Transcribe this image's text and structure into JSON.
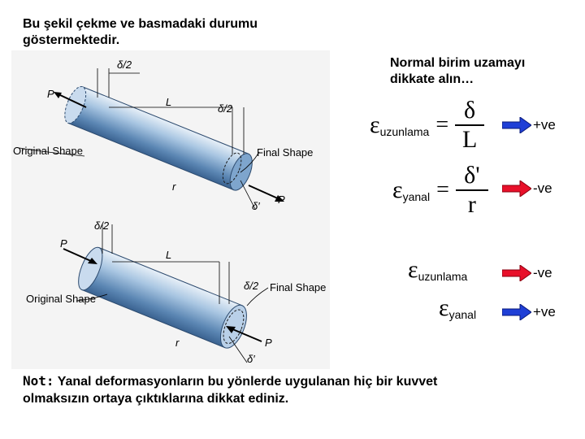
{
  "header": {
    "line1": "Bu şekil çekme ve basmadaki durumu",
    "line2": "göstermektedir."
  },
  "right_note": {
    "line1": "Normal birim uzamayı",
    "line2": "dikkate alın…"
  },
  "equations": {
    "eq1": {
      "epsilon": "ε",
      "subscript": "uzunlama",
      "equals": "=",
      "numerator": "δ",
      "denominator": "L"
    },
    "eq2": {
      "epsilon": "ε",
      "subscript": "yanal",
      "equals": "=",
      "numerator": "δ'",
      "denominator": "r"
    },
    "eq3": {
      "epsilon": "ε",
      "subscript": "uzunlama"
    },
    "eq4": {
      "epsilon": "ε",
      "subscript": "yanal"
    }
  },
  "signs": [
    {
      "label": "+ve",
      "arrow_color": "#1f3fd6"
    },
    {
      "label": "-ve",
      "arrow_color": "#e8102a"
    },
    {
      "label": "-ve",
      "arrow_color": "#e8102a"
    },
    {
      "label": "+ve",
      "arrow_color": "#1f3fd6"
    }
  ],
  "figure_top": {
    "label_delta_half_top": "δ/2",
    "label_L": "L",
    "label_delta_half_right": "δ/2",
    "label_P_left": "P",
    "label_P_right": "P",
    "label_original": "Original Shape",
    "label_final": "Final Shape",
    "label_r": "r",
    "label_delta_prime": "δ′"
  },
  "figure_bottom": {
    "label_delta_half_top": "δ/2",
    "label_L": "L",
    "label_delta_half_right": "δ/2",
    "label_P_left": "P",
    "label_P_right": "P",
    "label_original": "Original Shape",
    "label_final": "Final Shape",
    "label_r": "r",
    "label_delta_prime": "δ′"
  },
  "bottom_note": {
    "prefix": "Not:",
    "text": " Yanal deformasyonların bu yönlerde uygulanan hiç bir kuvvet",
    "line2": "olmaksızın ortaya çıktıklarına dikkat ediniz."
  }
}
